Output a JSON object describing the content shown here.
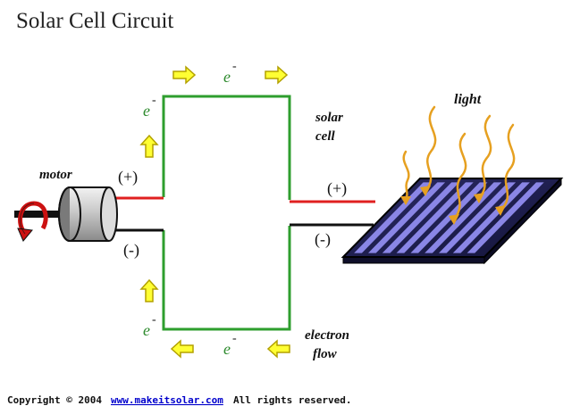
{
  "title": "Solar Cell Circuit",
  "labels": {
    "motor": "motor",
    "solar_line1": "solar",
    "solar_line2": "cell",
    "light": "light",
    "electron_line1": "electron",
    "electron_line2": "flow",
    "plus": "(+)",
    "minus": "(-)",
    "electron": "e",
    "electron_sup": "-"
  },
  "footer": {
    "prefix": "Copyright © 2004",
    "link": "www.makeitsolar.com",
    "suffix": "All rights reserved."
  },
  "colors": {
    "wire_green": "#2e9e2e",
    "wire_red": "#e02020",
    "wire_black": "#111111",
    "arrow_fill": "#ffff33",
    "arrow_stroke": "#b3a100",
    "panel_dark": "#1a1a4a",
    "panel_stripe": "#8a86e6",
    "light_ray": "#e6a020",
    "link_blue": "#0000cc",
    "rotation_red": "#cc1111",
    "electron_green": "#2e8b2e"
  },
  "icons": {
    "motor": "motor-icon",
    "panel": "solar-panel-icon",
    "flow_arrow": "arrow-icon",
    "rotation": "rotation-arrow-icon"
  }
}
